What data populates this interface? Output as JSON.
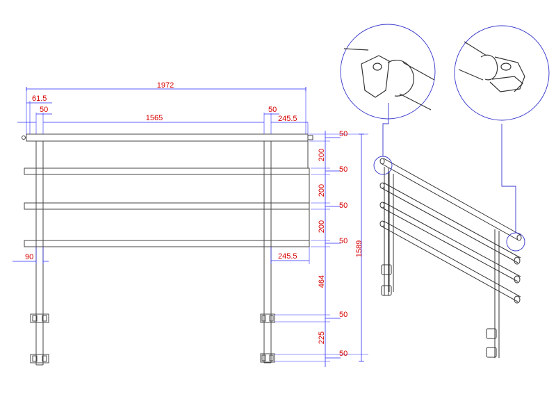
{
  "dimensions": {
    "overall_width": "1972",
    "left_offset": "61.5",
    "left_post": "50",
    "inner_width": "1565",
    "right_post": "50",
    "right_overhang": "245.5",
    "rail_1": "50",
    "gap_1": "200",
    "rail_2": "50",
    "gap_2": "200",
    "rail_3": "50",
    "gap_3": "200",
    "rail_4": "50",
    "overall_height": "1589",
    "left_stub": "90",
    "lower_overhang": "245.5",
    "post_lower": "464",
    "clamp_1": "50",
    "clamp_gap": "225",
    "clamp_2": "50"
  },
  "colors": {
    "dimension_line": "#2a2aff",
    "dimension_text": "#d60000",
    "leader": "#3333cc",
    "outline": "#444444"
  }
}
